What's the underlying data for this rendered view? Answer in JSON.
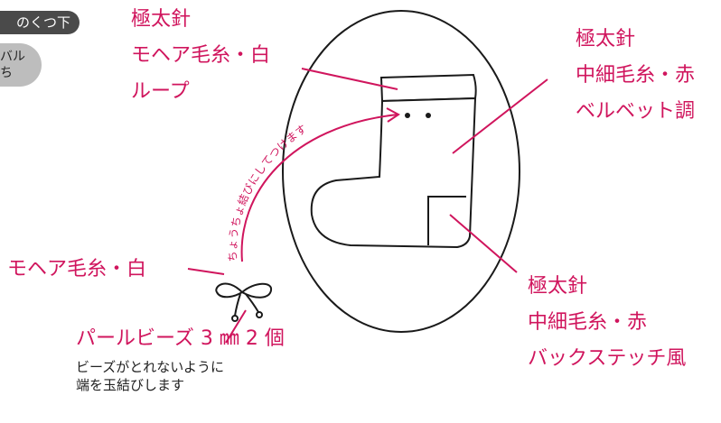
{
  "tabs": {
    "current": "のくつ下",
    "secondary_line1": "バル",
    "secondary_line2": "ち"
  },
  "labels": {
    "top_left": [
      "極太針",
      "モヘア毛糸・白",
      "ループ"
    ],
    "top_right": [
      "極太針",
      "中細毛糸・赤",
      "ベルベット調"
    ],
    "bottom_right": [
      "極太針",
      "中細毛糸・赤",
      "バックステッチ風"
    ],
    "left_middle": "モヘア毛糸・白",
    "bottom_left": "パールビーズ 3 ㎜ 2 個"
  },
  "curved_instruction": "ちょうちょ結びにしてつけます",
  "note": [
    "ビーズがとれないように",
    "端を玉結びします"
  ],
  "colors": {
    "accent": "#d0155d",
    "line": "#1a1a1a",
    "pill_dark": "#4a4a4a",
    "pill_gray": "#bdbdbd"
  }
}
